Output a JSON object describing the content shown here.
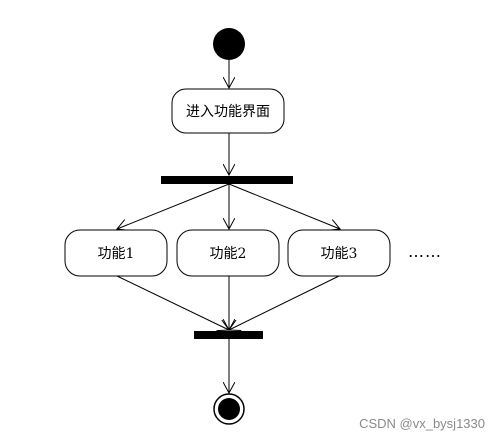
{
  "diagram": {
    "nodes": {
      "enter": "进入功能界面",
      "func1": "功能1",
      "func2": "功能2",
      "func3": "功能3",
      "more": "……"
    }
  },
  "watermark": "CSDN @vx_bysj1330",
  "colors": {
    "stroke": "#000000",
    "background": "#ffffff",
    "watermark": "#8a8a8a"
  }
}
